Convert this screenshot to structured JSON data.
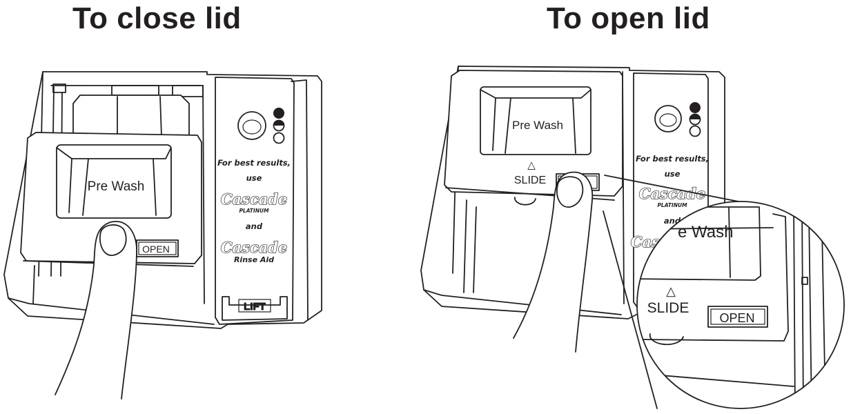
{
  "titles": {
    "close": "To close lid",
    "open": "To open lid"
  },
  "lid": {
    "pre_wash": "Pre Wash",
    "open": "OPEN",
    "slide": "SLIDE",
    "slide_arrow": "△"
  },
  "panel": {
    "best_results": "For best results,",
    "use": "use",
    "brand": "Cascade",
    "platinum": "PLATINUM",
    "and": "and",
    "rinse_aid": "Rinse Aid",
    "lift": "LIFT"
  },
  "magnified": {
    "pre_wash": "e Wash",
    "slide": "SLIDE",
    "open": "OPEN",
    "slide_arrow": "△"
  }
}
